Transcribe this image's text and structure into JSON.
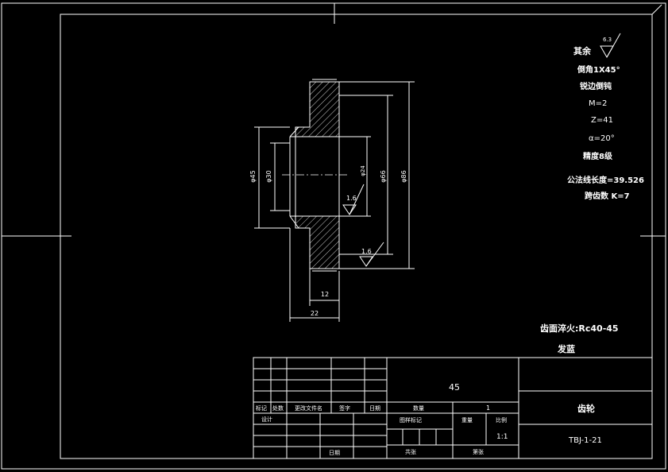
{
  "notes": {
    "rest_label": "其余",
    "rest_roughness": "6.3",
    "chamfer": "倒角1X45°",
    "deburr": "锐边倒钝",
    "module": "M=2",
    "teeth": "Z=41",
    "pressure_angle": "α=20°",
    "precision": "精度8级",
    "normal_length": "公法线长度=39.526",
    "span_teeth": "跨齿数 K=7"
  },
  "dims": {
    "d_hub_outer": "φ45",
    "d_hub_inner": "φ30",
    "d_gear_inner": "φ66",
    "d_gear_outer": "φ86",
    "d_bore_small": "φ24",
    "width_12": "12",
    "width_22": "22"
  },
  "roughness": {
    "bore": "1.6",
    "face": "1.6"
  },
  "heat_treatment": "齿面淬火:Rc40-45",
  "blue_note": "发蓝",
  "title_block": {
    "material": "45",
    "part_name": "齿轮",
    "drawing_no": "TBJ-1-21",
    "scale": "1:1",
    "quantity": "1",
    "labels": {
      "mark": "标记",
      "count": "处数",
      "change_doc": "更改文件名",
      "signature": "签字",
      "date": "日期",
      "design": "设计",
      "date2": "日期",
      "qty_label": "数量",
      "drawing_stage": "图样标记",
      "weight": "重量",
      "ratio": "比例",
      "total": "共张",
      "sheet": "第张"
    }
  }
}
